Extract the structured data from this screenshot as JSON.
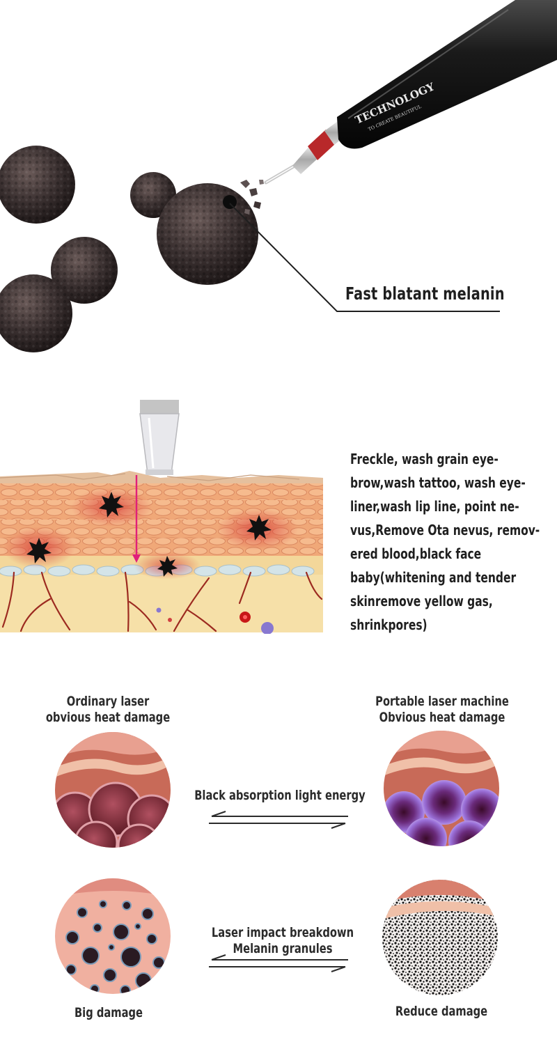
{
  "pen": {
    "brand": "TECHNOLOGY",
    "tagline": "TO CREATE BEAUTIFUL"
  },
  "callout": {
    "label": "Fast blatant melanin"
  },
  "benefits": {
    "lines": [
      "Freckle, wash grain eye-",
      "brow,wash tattoo, wash eye-",
      "liner,wash lip line, point ne-",
      "vus,Remove Ota nevus, remov-",
      "ered blood,black face",
      "baby(whitening and tender",
      "skinremove yellow gas,",
      "shrinkpores)"
    ]
  },
  "comparison": {
    "top_left": {
      "line1": "Ordinary laser",
      "line2": "obvious heat damage"
    },
    "top_right": {
      "line1": "Portable laser machine",
      "line2": "Obvious heat damage"
    },
    "middle_top": "Black absorption light energy",
    "middle_bottom": {
      "line1": "Laser impact breakdown",
      "line2": "Melanin granules"
    },
    "bottom_left": "Big damage",
    "bottom_right": "Reduce damage"
  },
  "colors": {
    "pen_body": "#151515",
    "pen_ring": "#b8282a",
    "melanin": "#3a3030",
    "skin_cell": "#f0a878",
    "dermis": "#f6e0a8",
    "vessel": "#9c2a20",
    "beam": "#e0207a"
  }
}
